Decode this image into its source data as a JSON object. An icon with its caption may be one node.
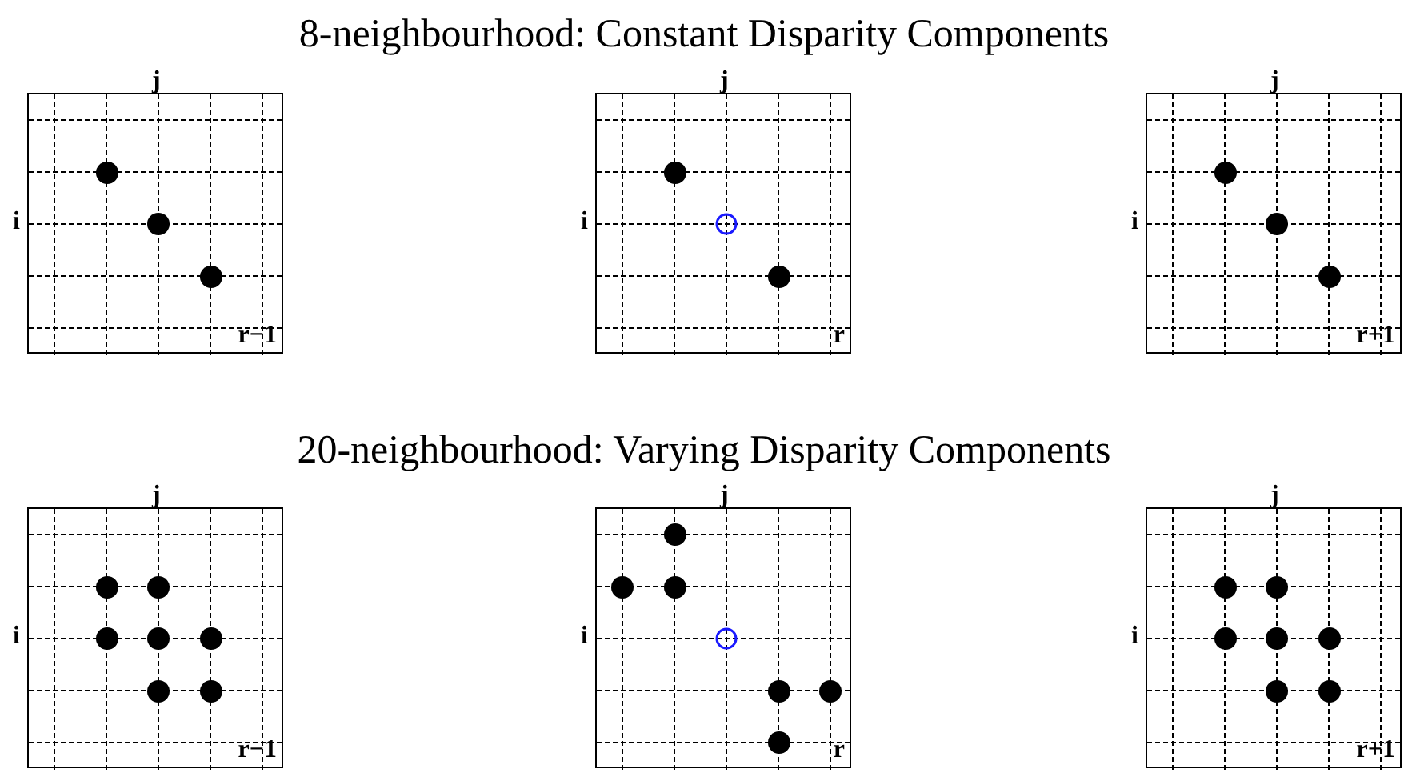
{
  "diagram": {
    "labels": [
      "8-neighbourhood: Constant Disparity Components",
      "j",
      "j",
      "j",
      "i",
      "i",
      "i",
      "r−1",
      "r",
      "r+1",
      "20-neighbourhood: Varying Disparity Components",
      "j",
      "j",
      "j",
      "i",
      "i",
      "i",
      "r−1",
      "r",
      "r+1"
    ]
  }
}
